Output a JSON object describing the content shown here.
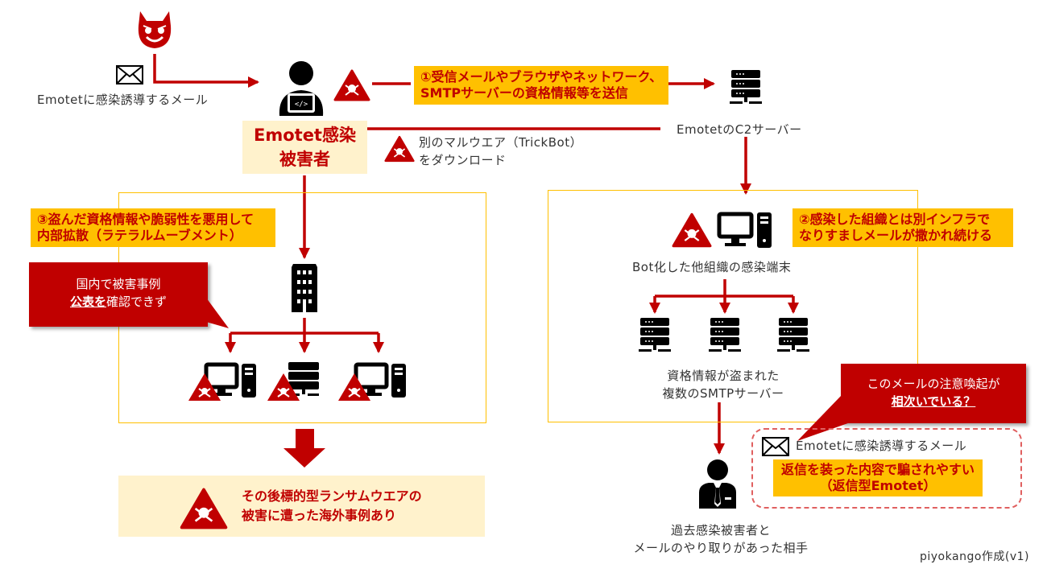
{
  "attacker": {
    "icon": "devil-icon"
  },
  "lure_mail": {
    "icon": "envelope-icon",
    "label": "Emotetに感染誘導するメール"
  },
  "victim": {
    "icon": "hacker-laptop-icon",
    "title_line1": "Emotet感染",
    "title_line2": "被害者"
  },
  "step1": {
    "line1": "①受信メールやブラウザやネットワーク、",
    "line2": "SMTPサーバーの資格情報等を送信"
  },
  "c2": {
    "icon": "server-icon",
    "label": "EmotetのC2サーバー"
  },
  "trickbot": {
    "line1": "別のマルウエア（TrickBot）",
    "line2": "をダウンロード"
  },
  "step3": {
    "line1": "③盗んだ資格情報や脆弱性を悪用して",
    "line2": "内部拡散（ラテラルムーブメント）"
  },
  "callout_domestic": {
    "line1": "国内で被害事例",
    "line2_emph": "公表を",
    "line2_rest": "確認できず"
  },
  "internal_devices": [
    {
      "icon": "infected-desktop-icon"
    },
    {
      "icon": "infected-server-icon"
    },
    {
      "icon": "infected-desktop-icon"
    }
  ],
  "ransomware": {
    "line1": "その後標的型ランサムウエアの",
    "line2": "被害に遭った海外事例あり"
  },
  "step2": {
    "line1": "②感染した組織とは別インフラで",
    "line2": "なりすましメールが撒かれ続ける"
  },
  "bot_terminal": {
    "label": "Bot化した他組織の感染端末"
  },
  "smtp_servers": {
    "label_line1": "資格情報が盗まれた",
    "label_line2": "複数のSMTPサーバー",
    "count": 3
  },
  "callout_alert": {
    "line1": "このメールの注意喚起が",
    "line2_emph": "相次いでいる？"
  },
  "reply_mail": {
    "label": "Emotetに感染誘導するメール",
    "note_line1": "返信を装った内容で騙されやすい",
    "note_line2": "（返信型Emotet）"
  },
  "recipient": {
    "icon": "businessman-icon",
    "label_line1": "過去感染被害者と",
    "label_line2": "メールのやり取りがあった相手"
  },
  "credit": "piyokango作成(v1)",
  "colors": {
    "red": "#c00000",
    "yellow": "#ffc000",
    "cream": "#fff2cc",
    "frame": "#ffc000"
  }
}
